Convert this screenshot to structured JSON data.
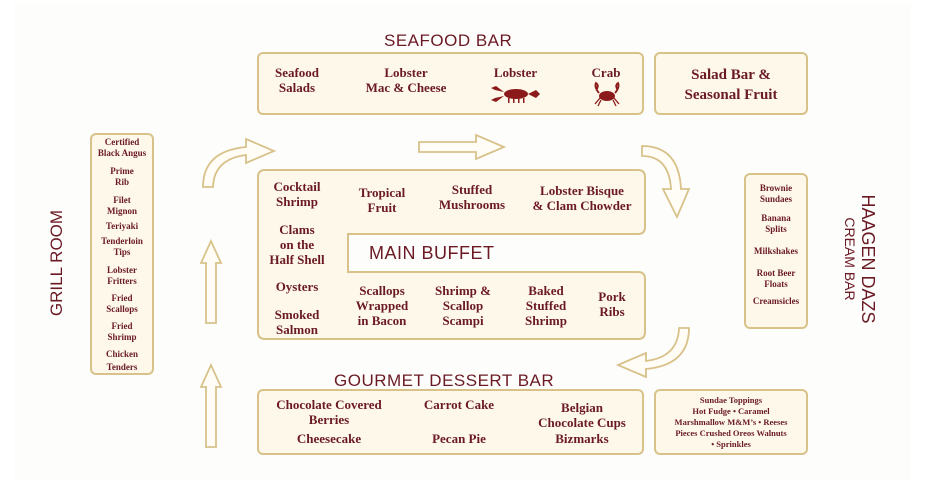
{
  "sections": {
    "seafood_bar": "SEAFOOD BAR",
    "main_buffet": "MAIN BUFFET",
    "gourmet_dessert_bar": "GOURMET DESSERT BAR",
    "grill_room": "GRILL ROOM",
    "haagen_dazs_1": "HAAGEN DAZS",
    "haagen_dazs_2": "CREAM BAR"
  },
  "seafood": {
    "salads_1": "Seafood",
    "salads_2": "Salads",
    "mac_1": "Lobster",
    "mac_2": "Mac & Cheese",
    "lobster": "Lobster",
    "crab": "Crab"
  },
  "salad_bar": {
    "line1": "Salad Bar &",
    "line2": "Seasonal Fruit"
  },
  "main": {
    "cocktail_1": "Cocktail",
    "cocktail_2": "Shrimp",
    "tropical_1": "Tropical",
    "tropical_2": "Fruit",
    "mushrooms_1": "Stuffed",
    "mushrooms_2": "Mushrooms",
    "bisque_1": "Lobster Bisque",
    "bisque_2": "& Clam Chowder",
    "clams_1": "Clams",
    "clams_2": "on the",
    "clams_3": "Half Shell",
    "oysters": "Oysters",
    "smoked_1": "Smoked",
    "smoked_2": "Salmon",
    "scallops_1": "Scallops",
    "scallops_2": "Wrapped",
    "scallops_3": "in Bacon",
    "scampi_1": "Shrimp &",
    "scampi_2": "Scallop",
    "scampi_3": "Scampi",
    "baked_1": "Baked",
    "baked_2": "Stuffed",
    "baked_3": "Shrimp",
    "pork_1": "Pork",
    "pork_2": "Ribs"
  },
  "grill": {
    "items": [
      "Certified",
      "Black Angus",
      "Prime",
      "Rib",
      "Filet",
      "Mignon",
      "Teriyaki",
      "Tenderloin",
      "Tips",
      "Lobster",
      "Fritters",
      "Fried",
      "Scallops",
      "Fried",
      "Shrimp",
      "Chicken",
      "Tenders"
    ]
  },
  "icecream": {
    "items": [
      "Brownie",
      "Sundaes",
      "Banana",
      "Splits",
      "Milkshakes",
      "Root Beer",
      "Floats",
      "Creamsicles"
    ]
  },
  "dessert": {
    "choc_1": "Chocolate Covered",
    "choc_2": "Berries",
    "carrot": "Carrot Cake",
    "belgian_1": "Belgian",
    "belgian_2": "Chocolate Cups",
    "cheesecake": "Cheesecake",
    "pecan": "Pecan Pie",
    "bizmarks": "Bizmarks"
  },
  "toppings": {
    "line1": "Sundae Toppings",
    "line2": "Hot Fudge • Caramel",
    "line3": "Marshmallow M&M’s • Reeses",
    "line4": "Pieces Crushed Oreos Walnuts",
    "line5": "• Sprinkles"
  },
  "colors": {
    "text": "#6b1a24",
    "box_border": "#d8c28a",
    "box_fill": "#fdf8e9",
    "arrow": "#d8c28a"
  },
  "icons": [
    "lobster-icon",
    "crab-icon"
  ]
}
